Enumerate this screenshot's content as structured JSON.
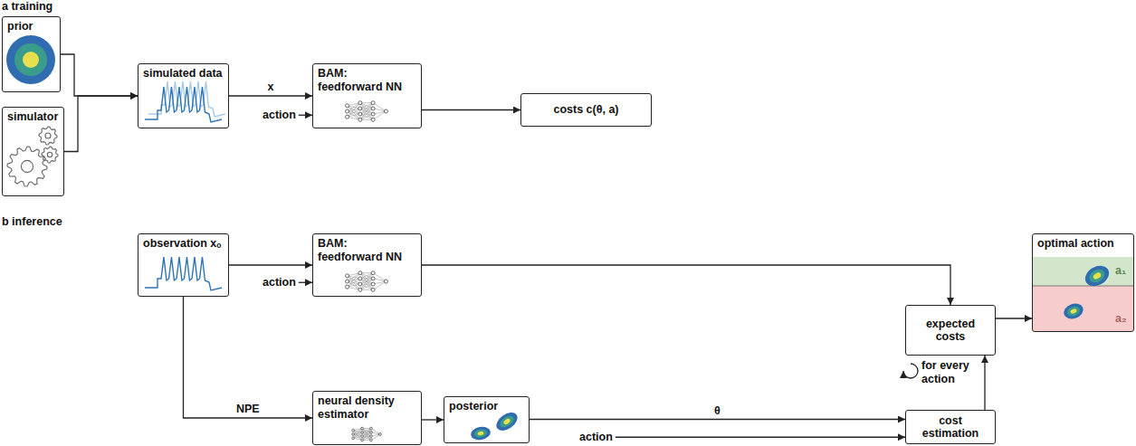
{
  "diagram": {
    "nodes": [
      {
        "text": [
          "prior"
        ]
      },
      {
        "text": [
          "simulator"
        ]
      },
      {
        "text": [
          "simulated data"
        ]
      },
      {
        "text": [
          "BAM: feedforward NN"
        ]
      },
      {
        "text": [
          "costs c(θ, a)"
        ]
      },
      {
        "text": [
          "observation xₒ"
        ]
      },
      {
        "text": [
          "BAM: feedforward NN"
        ]
      },
      {
        "text": [
          "neural density estimator"
        ]
      },
      {
        "text": [
          "posterior"
        ]
      },
      {
        "text": [
          "cost estimation"
        ]
      },
      {
        "text": [
          "expected costs"
        ]
      },
      {
        "text": [
          "optimal action"
        ]
      }
    ],
    "edges": [
      {
        "from": 0,
        "to": 2,
        "arrow": "to"
      },
      {
        "from": 1,
        "to": 2,
        "arrow": "to"
      },
      {
        "from": 2,
        "to": 3,
        "label": "x",
        "arrow": "to"
      },
      {
        "from": 3,
        "to": 4,
        "arrow": "to"
      },
      {
        "from": 5,
        "to": 6,
        "arrow": "to"
      },
      {
        "from": 6,
        "to": 10,
        "arrow": "to"
      },
      {
        "from": 5,
        "to": 7,
        "label": "NPE",
        "arrow": "to"
      },
      {
        "from": 7,
        "to": 8,
        "arrow": "to"
      },
      {
        "from": 8,
        "to": 9,
        "label": "θ",
        "arrow": "to"
      },
      {
        "from": 9,
        "to": 10,
        "arrow": "to"
      },
      {
        "from": 10,
        "to": 11,
        "arrow": "to"
      }
    ],
    "labels": [
      "a training",
      "action",
      "b inference",
      "action",
      "for every action",
      "action",
      "a₁",
      "a₂"
    ]
  }
}
